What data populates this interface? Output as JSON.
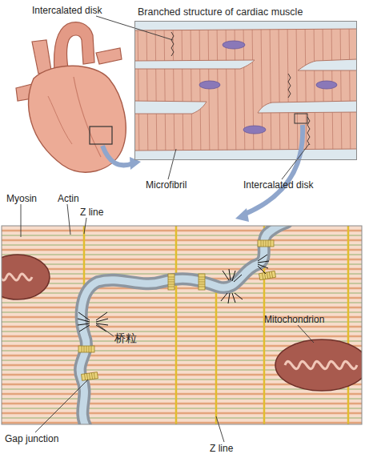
{
  "diagram": {
    "nodes": [
      {
        "text": [
          "Branched structure of cardiac muscle"
        ]
      }
    ],
    "labels": [
      "Intercalated disk",
      "Microfibril",
      "Intercalated disk",
      "Myosin",
      "Actin",
      "Z line",
      "桥粒",
      "Mitochondrion",
      "Gap junction",
      "Z line"
    ]
  }
}
